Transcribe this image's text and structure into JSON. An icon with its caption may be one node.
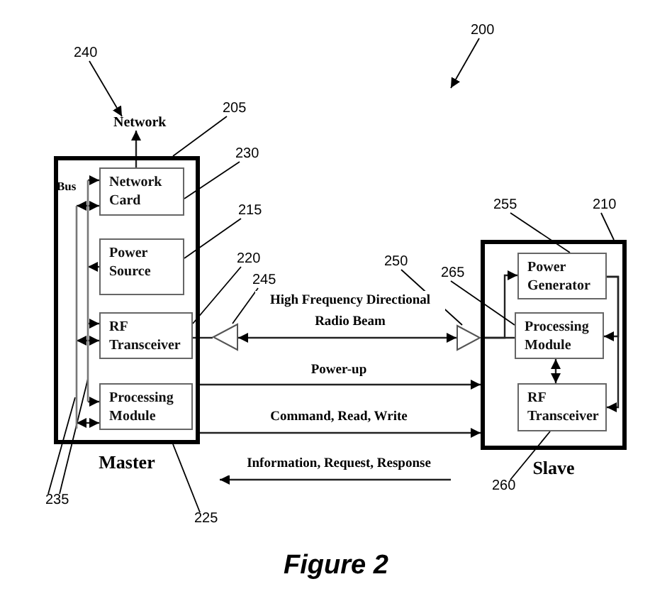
{
  "diagram": {
    "caption": "Figure 2",
    "nodes": [
      {
        "text": [
          "Master"
        ]
      },
      {
        "text": [
          "Network Card"
        ],
        "in": 0
      },
      {
        "text": [
          "Power Source"
        ],
        "in": 0
      },
      {
        "text": [
          "RF Transceiver"
        ],
        "in": 0
      },
      {
        "text": [
          "Processing Module"
        ],
        "in": 0
      },
      {
        "text": [
          "Bus"
        ],
        "in": 0
      },
      {
        "text": [
          "Network"
        ]
      },
      {
        "text": [],
        "shape": "triangle"
      },
      {
        "text": [],
        "shape": "triangle"
      },
      {
        "text": [
          "Slave"
        ]
      },
      {
        "text": [
          "Power Generator"
        ],
        "in": 9
      },
      {
        "text": [
          "Processing Module"
        ],
        "in": 9
      },
      {
        "text": [
          "RF Transceiver"
        ],
        "in": 9
      },
      {
        "text": [
          "200"
        ]
      },
      {
        "text": [
          "240"
        ]
      },
      {
        "text": [
          "205"
        ]
      },
      {
        "text": [
          "230"
        ]
      },
      {
        "text": [
          "215"
        ]
      },
      {
        "text": [
          "220"
        ]
      },
      {
        "text": [
          "245"
        ]
      },
      {
        "text": [
          "235"
        ]
      },
      {
        "text": [
          "225"
        ]
      },
      {
        "text": [
          "250"
        ]
      },
      {
        "text": [
          "265"
        ]
      },
      {
        "text": [
          "255"
        ]
      },
      {
        "text": [
          "210"
        ]
      },
      {
        "text": [
          "260"
        ]
      }
    ],
    "edges": [
      {
        "from": 1,
        "to": 6,
        "arrow": "to"
      },
      {
        "from": 5,
        "to": 1,
        "arrow": "to"
      },
      {
        "from": 5,
        "to": 1,
        "arrow": "both"
      },
      {
        "from": 2,
        "to": 5,
        "arrow": "to"
      },
      {
        "from": 5,
        "to": 3,
        "arrow": "to"
      },
      {
        "from": 5,
        "to": 3,
        "arrow": "both"
      },
      {
        "from": 5,
        "to": 4,
        "arrow": "to"
      },
      {
        "from": 5,
        "to": 4,
        "arrow": "both"
      },
      {
        "from": 3,
        "to": 7,
        "arrow": "none"
      },
      {
        "from": 7,
        "to": 8,
        "arrow": "both",
        "label": "High Frequency Directional Radio Beam"
      },
      {
        "from": 0,
        "to": 9,
        "arrow": "to",
        "label": "Power-up"
      },
      {
        "from": 0,
        "to": 9,
        "arrow": "to",
        "label": "Command, Read, Write"
      },
      {
        "from": null,
        "to": 0,
        "arrow": "to",
        "label": "Information, Request, Response"
      },
      {
        "from": 8,
        "to": 11,
        "arrow": "none"
      },
      {
        "from": 8,
        "to": 10,
        "arrow": "to"
      },
      {
        "from": 11,
        "to": 12,
        "arrow": "both"
      },
      {
        "from": 10,
        "to": 11,
        "arrow": "to"
      },
      {
        "from": 10,
        "to": 12,
        "arrow": "to"
      },
      {
        "from": 13,
        "to": null,
        "arrow": "to"
      },
      {
        "from": 14,
        "to": 6,
        "arrow": "to"
      },
      {
        "from": 15,
        "to": 0,
        "arrow": "none"
      },
      {
        "from": 16,
        "to": 1,
        "arrow": "none"
      },
      {
        "from": 17,
        "to": 2,
        "arrow": "none"
      },
      {
        "from": 18,
        "to": 3,
        "arrow": "none"
      },
      {
        "from": 19,
        "to": 7,
        "arrow": "none"
      },
      {
        "from": 20,
        "to": 5,
        "arrow": "none"
      },
      {
        "from": 20,
        "to": 5,
        "arrow": "none"
      },
      {
        "from": 21,
        "to": 0,
        "arrow": "none"
      },
      {
        "from": 22,
        "to": 8,
        "arrow": "none"
      },
      {
        "from": 23,
        "to": 11,
        "arrow": "none"
      },
      {
        "from": 24,
        "to": 10,
        "arrow": "none"
      },
      {
        "from": 25,
        "to": 9,
        "arrow": "none"
      },
      {
        "from": 26,
        "to": 12,
        "arrow": "none"
      }
    ]
  }
}
